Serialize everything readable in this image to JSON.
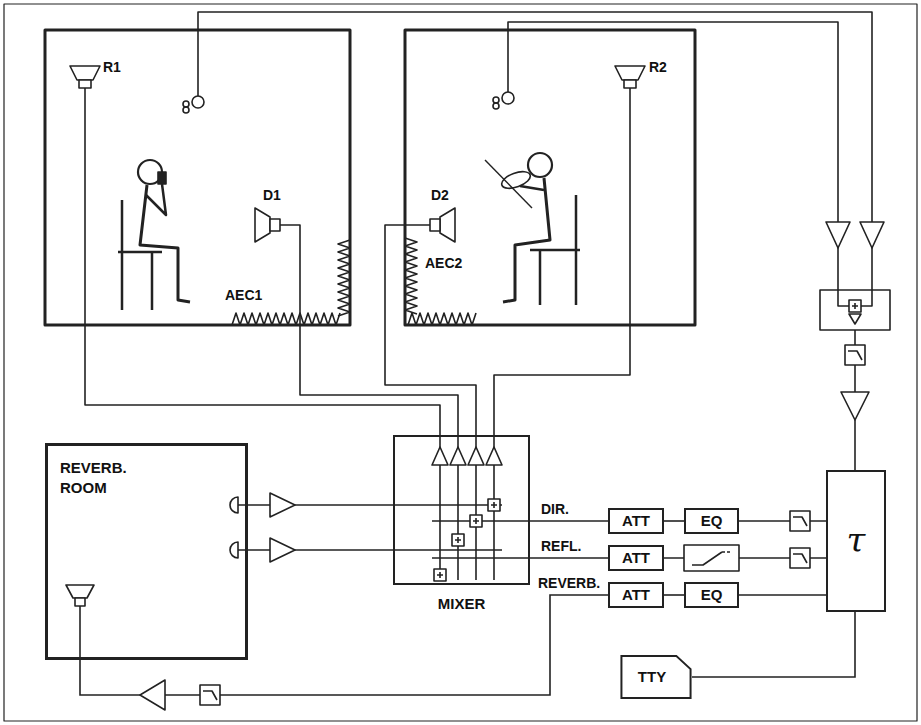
{
  "diagram": {
    "nodes": [
      {
        "text": [
          "REVERB. ROOM"
        ]
      },
      {
        "text": [
          "MIXER"
        ]
      },
      {
        "text": [
          "ATT"
        ]
      },
      {
        "text": [
          "EQ"
        ]
      },
      {
        "text": [
          "ATT"
        ]
      },
      {
        "text": [
          "ATT"
        ]
      },
      {
        "text": [
          "EQ"
        ]
      },
      {
        "text": [
          "τ"
        ]
      },
      {
        "text": [
          "TTY"
        ]
      }
    ],
    "edges": [
      {
        "from": 2,
        "to": 1,
        "arrow": "none"
      },
      {
        "from": 3,
        "to": 2,
        "arrow": "none"
      },
      {
        "from": 7,
        "to": 3,
        "arrow": "none"
      },
      {
        "from": 4,
        "to": 1,
        "arrow": "none"
      },
      {
        "from": 7,
        "to": 4,
        "arrow": "none"
      },
      {
        "from": 7,
        "to": 6,
        "arrow": "none"
      },
      {
        "from": 6,
        "to": 5,
        "arrow": "none"
      },
      {
        "from": 5,
        "to": 0,
        "arrow": "none"
      },
      {
        "from": 0,
        "to": 1,
        "arrow": "none"
      },
      {
        "from": 0,
        "to": 1,
        "arrow": "none"
      },
      {
        "from": 8,
        "to": 7,
        "arrow": "none"
      }
    ],
    "labels": [
      "R1",
      "D1",
      "AEC1",
      "R2",
      "D2",
      "AEC2",
      "DIR.",
      "REFL.",
      "REVERB."
    ]
  }
}
